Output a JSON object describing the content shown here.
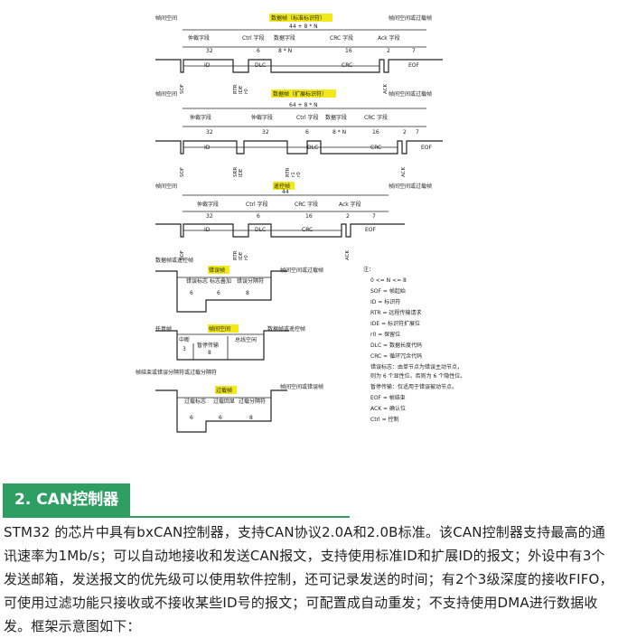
{
  "diagram": {
    "d1": {
      "frame": "数据帧（标准标识符）",
      "total": "44 + 8 * N",
      "inter": "帧间空间",
      "next": "帧间空间或过载帧",
      "fields": [
        "仲裁字段",
        "Ctrl 字段",
        "数据字段",
        "CRC 字段",
        "Ack 字段"
      ],
      "widths": [
        "32",
        "6",
        "8 * N",
        "16",
        "2",
        "7"
      ],
      "blocks": [
        "ID",
        "DLC",
        "CRC",
        "EOF"
      ],
      "vlabels": [
        "SOF",
        "RTR",
        "IDE",
        "r0",
        "ACK"
      ]
    },
    "d2": {
      "frame": "数据帧（扩展标识符）",
      "total": "64 + 8 * N",
      "inter": "帧间空间",
      "next": "帧间空间或过载帧",
      "fields": [
        "仲裁字段",
        "仲裁字段",
        "Ctrl 字段",
        "数据字段",
        "CRC 字段"
      ],
      "widths": [
        "32",
        "32",
        "6",
        "8 * N",
        "16",
        "2",
        "7"
      ],
      "blocks": [
        "ID",
        "DLC",
        "CRC",
        "EOF"
      ],
      "vlabels": [
        "SOF",
        "SRR",
        "IDE",
        "RTR",
        "r1",
        "r0",
        "ACK"
      ]
    },
    "d3": {
      "frame": "遥控帧",
      "total": "44",
      "inter": "帧间空间",
      "next": "帧间空间或过载帧",
      "fields": [
        "仲裁字段",
        "Ctrl 字段",
        "CRC 字段",
        "Ack 字段"
      ],
      "widths": [
        "32",
        "6",
        "16",
        "2",
        "7"
      ],
      "blocks": [
        "ID",
        "DLC",
        "CRC",
        "EOF"
      ],
      "vlabels": [
        "SOF",
        "RTR",
        "IDE",
        "r0",
        "ACK"
      ]
    },
    "d4": {
      "frame": "错误帧",
      "left": "数据帧或遥控帧",
      "next": "帧间空间或过载帧",
      "fields": [
        "错误标志",
        "标志叠加",
        "错误分隔符"
      ],
      "widths": [
        "6",
        "6",
        "8"
      ]
    },
    "d5": {
      "frame": "帧间空间",
      "left": "任意帧",
      "next": "数据帧或遥控帧",
      "fields": [
        "中断",
        "暂停传输",
        "总线空闲"
      ],
      "widths": [
        "3",
        "8"
      ]
    },
    "d6": {
      "frame": "过载帧",
      "left": "帧结束或错误分隔符或过载分隔符",
      "next": "帧间空间或错误帧",
      "fields": [
        "过载标志",
        "过载回显",
        "过载分隔符"
      ],
      "widths": [
        "6",
        "6",
        "8"
      ]
    },
    "legend": {
      "title": "注：",
      "lines": [
        "0 <= N <= 8",
        "SOF = 帧起始",
        "ID = 标识符",
        "RTR = 远程传输请求",
        "IDE = 标识符扩展位",
        "r0 = 保留位",
        "DLC = 数据长度代码",
        "CRC = 循环冗余代码",
        "错误标志：由单节点为错误主动节点，",
        "则为 6 个显性位，否则为 6 个隐性位。",
        "暂停传输：仅适用于错误被动节点。",
        "EOF = 帧结束",
        "ACK = 确认位",
        "Ctrl = 控制"
      ]
    }
  },
  "section": {
    "heading": "2. CAN控制器",
    "accent": "#2f9e63",
    "paragraph": "STM32 的芯片中具有bxCAN控制器，支持CAN协议2.0A和2.0B标准。该CAN控制器支持最高的通讯速率为1Mb/s；可以自动地接收和发送CAN报文，支持使用标准ID和扩展ID的报文；外设中有3个发送邮箱，发送报文的优先级可以使用软件控制，还可记录发送的时间；有2个3级深度的接收FIFO，可使用过滤功能只接收或不接收某些ID号的报文；可配置成自动重发；不支持使用DMA进行数据收发。框架示意图如下："
  }
}
